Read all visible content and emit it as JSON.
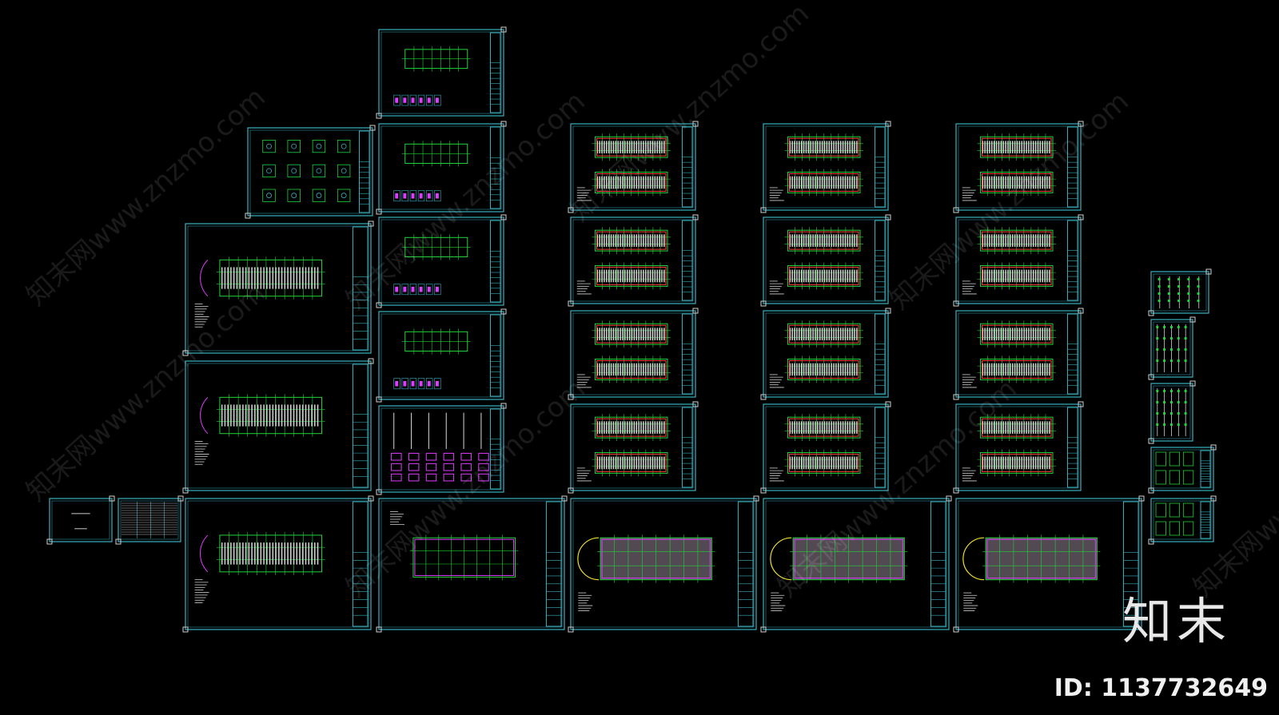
{
  "watermark": {
    "text": "知末网www.znzmo.com",
    "color": "rgba(255,255,255,0.10)"
  },
  "brand": {
    "logo_text": "知末",
    "id_label": "ID: 1137732649"
  },
  "colors": {
    "background": "#000000",
    "frame": "#38b0c0",
    "grid": "#22d23a",
    "accent_magenta": "#e03cff",
    "accent_red": "#ff3c3c",
    "accent_yellow": "#f0e030",
    "hatch_gray": "#8a7a8a"
  }
}
